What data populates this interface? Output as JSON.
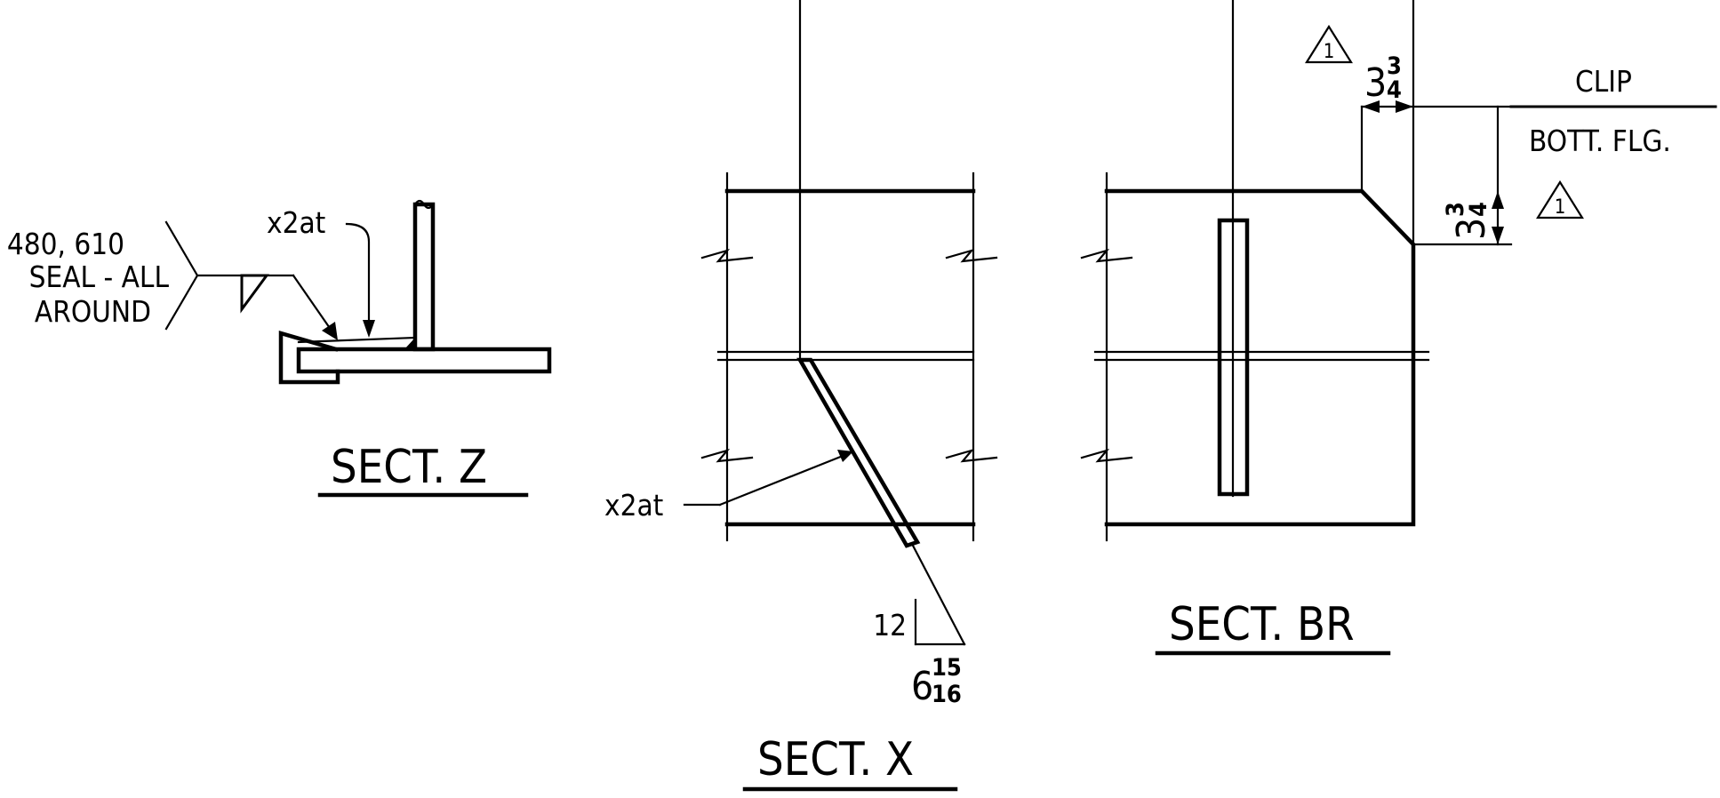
{
  "sect_z": {
    "title": "SECT. Z",
    "weld_ref_line1": "480, 610",
    "weld_ref_line2": "SEAL - ALL",
    "weld_ref_line3": "AROUND",
    "callout": "x2at"
  },
  "sect_x": {
    "title": "SECT. X",
    "callout": "x2at",
    "slope_rise": "12",
    "slope_run_whole": "6",
    "slope_run_num": "15",
    "slope_run_den": "16"
  },
  "sect_br": {
    "title": "SECT. BR",
    "revision_mark": "1",
    "dim_h_whole": "3",
    "dim_h_num": "3",
    "dim_h_den": "4",
    "dim_v_whole": "3",
    "dim_v_num": "3",
    "dim_v_den": "4",
    "label_clip": "CLIP",
    "label_bott_flg": "BOTT. FLG."
  }
}
